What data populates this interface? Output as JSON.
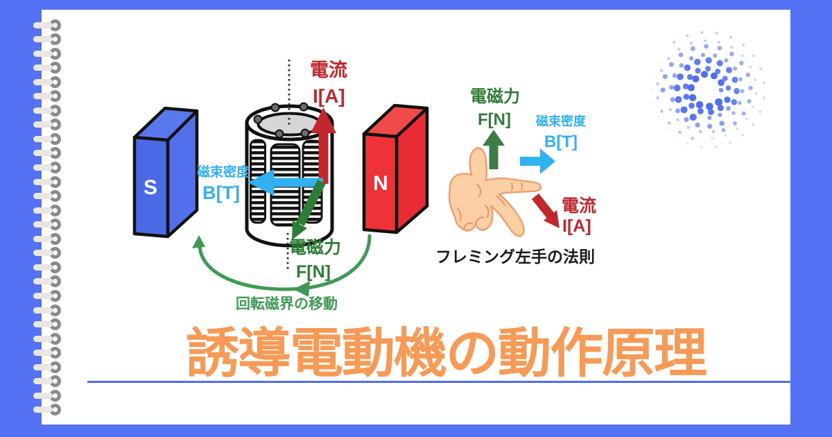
{
  "page": {
    "background_color": "#5571f4",
    "paper_color": "#ffffff",
    "underline_color": "#4e6cf0"
  },
  "title": {
    "text": "誘導電動機の動作原理",
    "color": "#f79a56"
  },
  "brand_logo": {
    "icon": "halftone-dot-circle",
    "color": "#4f6ef0"
  },
  "motor_diagram": {
    "magnets": [
      {
        "pole": "S",
        "face_color": "#4a69e4",
        "top_color": "#5a78ee",
        "side_color": "#5270eb",
        "pole_text_color": "#ffffff"
      },
      {
        "pole": "N",
        "face_color": "#ee3237",
        "top_color": "#f04a4a",
        "side_color": "#e92c33",
        "pole_text_color": "#ffffff"
      }
    ],
    "labels": {
      "current": {
        "name": "電流",
        "symbol": "I[A]",
        "color": "#c1272d"
      },
      "flux": {
        "name": "磁束密度",
        "symbol": "B[T]",
        "color": "#2fb1f2"
      },
      "force": {
        "name": "電磁力",
        "symbol": "F[N]",
        "color": "#2e7d36"
      },
      "rotation": {
        "text": "回転磁界の移動",
        "color": "#3f9a55"
      }
    }
  },
  "fleming": {
    "caption": "フレミング左手の法則",
    "caption_color": "#1a1a1a",
    "hand_color": "#fcd0a4",
    "labels": {
      "force": {
        "name": "電磁力",
        "symbol": "F[N]",
        "color": "#2e7d36",
        "arrow_color": "#3b7d45"
      },
      "flux": {
        "name": "磁束密度",
        "symbol": "B[T]",
        "color": "#2fb1f2"
      },
      "current": {
        "name": "電流",
        "symbol": "I[A]",
        "color": "#c1272d"
      }
    }
  }
}
